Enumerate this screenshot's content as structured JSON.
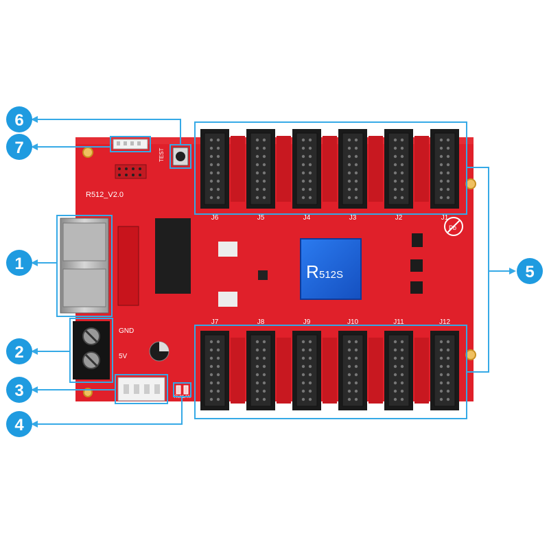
{
  "board": {
    "model_silkscreen": "R512_V2.0",
    "chip_label": "R512S",
    "chip_label_prefix": "R",
    "chip_label_suffix": "512S",
    "gnd_label": "GND",
    "v5_label": "5V",
    "test_label": "TEST",
    "run_label": "RUN",
    "lan_label": "LAN",
    "pb_label": "Pb",
    "top_connectors": [
      "J6",
      "J5",
      "J4",
      "J3",
      "J2",
      "J1"
    ],
    "bottom_connectors": [
      "J7",
      "J8",
      "J9",
      "J10",
      "J11",
      "J12"
    ]
  },
  "callouts": [
    {
      "id": "1",
      "label": "1"
    },
    {
      "id": "2",
      "label": "2"
    },
    {
      "id": "3",
      "label": "3"
    },
    {
      "id": "4",
      "label": "4"
    },
    {
      "id": "5",
      "label": "5"
    },
    {
      "id": "6",
      "label": "6"
    },
    {
      "id": "7",
      "label": "7"
    }
  ],
  "colors": {
    "pcb_red": "#e0202a",
    "pcb_dark": "#b8141d",
    "callout_blue": "#1f9be0",
    "highlight_blue": "#35a9e6",
    "header_black": "#1a1a1a",
    "chip_blue": "#1e63d8"
  }
}
